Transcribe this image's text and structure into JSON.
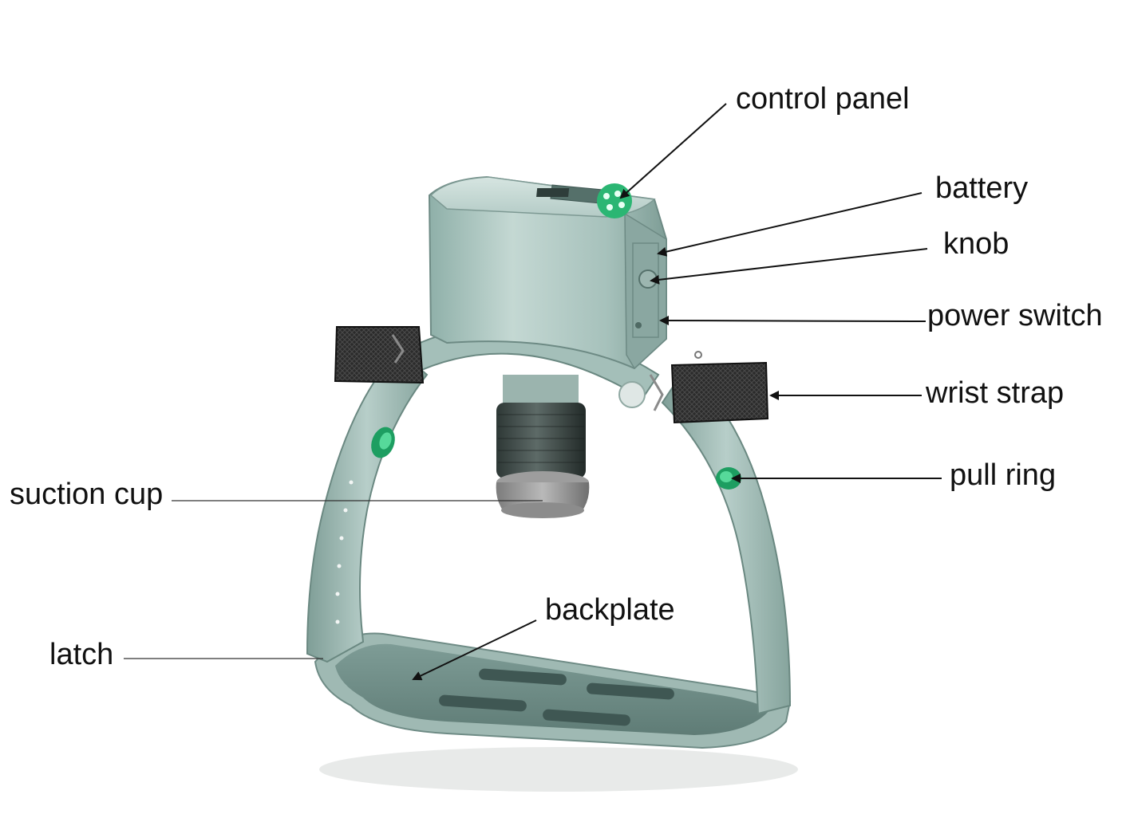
{
  "colors": {
    "device_body": "#a9c3bd",
    "device_shadow": "#7f9c96",
    "device_highlight": "#cfe0dc",
    "accent_green": "#2bb673",
    "strap_dark": "#2a2a2a",
    "suction_gray": "#9a9a9a",
    "label_text": "#111111"
  },
  "labels": {
    "control_panel": "control panel",
    "battery": "battery",
    "knob": "knob",
    "power_switch": "power switch",
    "wrist_strap": "wrist strap",
    "pull_ring": "pull ring",
    "suction_cup": "suction cup",
    "backplate": "backplate",
    "latch": "latch"
  }
}
